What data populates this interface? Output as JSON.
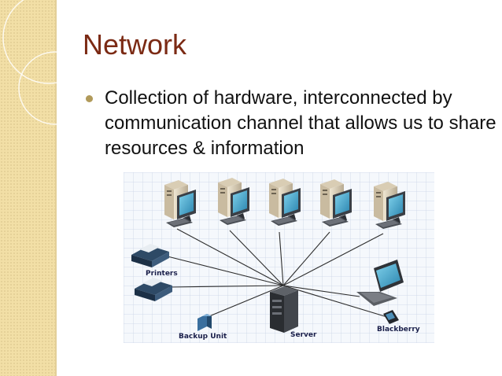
{
  "slide": {
    "title": "Network",
    "bullet": "Collection of hardware, interconnected by communication channel that allows us to share resources & information"
  },
  "diagram": {
    "labels": {
      "printers": "Printers",
      "backup_unit": "Backup Unit",
      "server": "Server",
      "blackberry": "Blackberry"
    },
    "colors": {
      "title": "#7b2a14",
      "side_band": "#f2dfa6",
      "grid": "#c9d3e6",
      "monitor_screen": "#3fa3c9",
      "label": "#1a1f4a"
    }
  }
}
